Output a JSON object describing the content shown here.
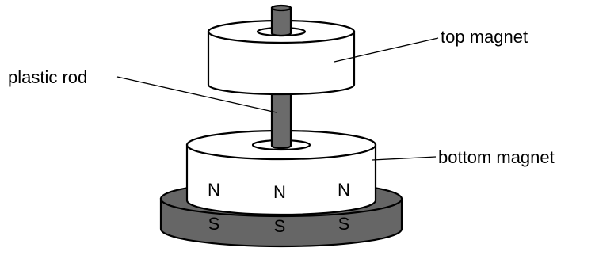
{
  "labels": {
    "top_magnet": "top magnet",
    "plastic_rod": "plastic rod",
    "bottom_magnet": "bottom magnet"
  },
  "poles": {
    "north": "N",
    "south": "S"
  },
  "colors": {
    "base": "#666666",
    "rod": "#6b6b6b",
    "magnet_fill": "#ffffff",
    "outline": "#000000"
  }
}
